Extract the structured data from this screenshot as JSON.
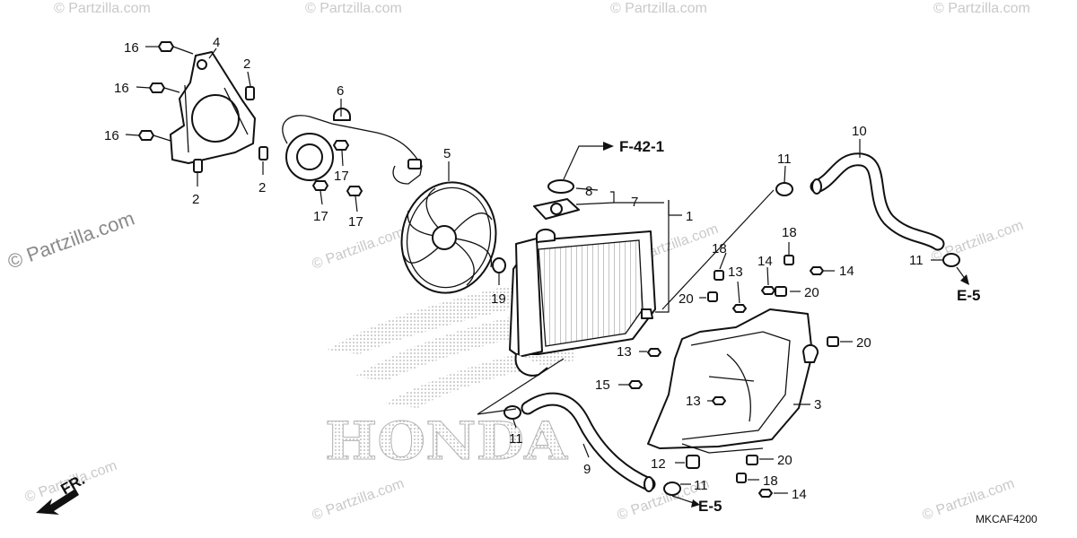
{
  "watermarks": {
    "main": "© Partzilla.com",
    "repeat": "© Partzilla.com"
  },
  "brand": "HONDA",
  "diagram_code": "MKCAF4200",
  "direction_label": "FR.",
  "references": {
    "f42": "F-42-1",
    "e5_top": "E-5",
    "e5_bottom": "E-5"
  },
  "callouts": {
    "c1": "1",
    "c2a": "2",
    "c2b": "2",
    "c2c": "2",
    "c3": "3",
    "c4": "4",
    "c5": "5",
    "c6": "6",
    "c7": "7",
    "c8": "8",
    "c9": "9",
    "c10": "10",
    "c11a": "11",
    "c11b": "11",
    "c11c": "11",
    "c11d": "11",
    "c12": "12",
    "c13a": "13",
    "c13b": "13",
    "c13c": "13",
    "c14a": "14",
    "c14b": "14",
    "c14c": "14",
    "c15": "15",
    "c16a": "16",
    "c16b": "16",
    "c16c": "16",
    "c17a": "17",
    "c17b": "17",
    "c17c": "17",
    "c18a": "18",
    "c18b": "18",
    "c18c": "18",
    "c19": "19",
    "c20a": "20",
    "c20b": "20",
    "c20c": "20",
    "c20d": "20"
  }
}
